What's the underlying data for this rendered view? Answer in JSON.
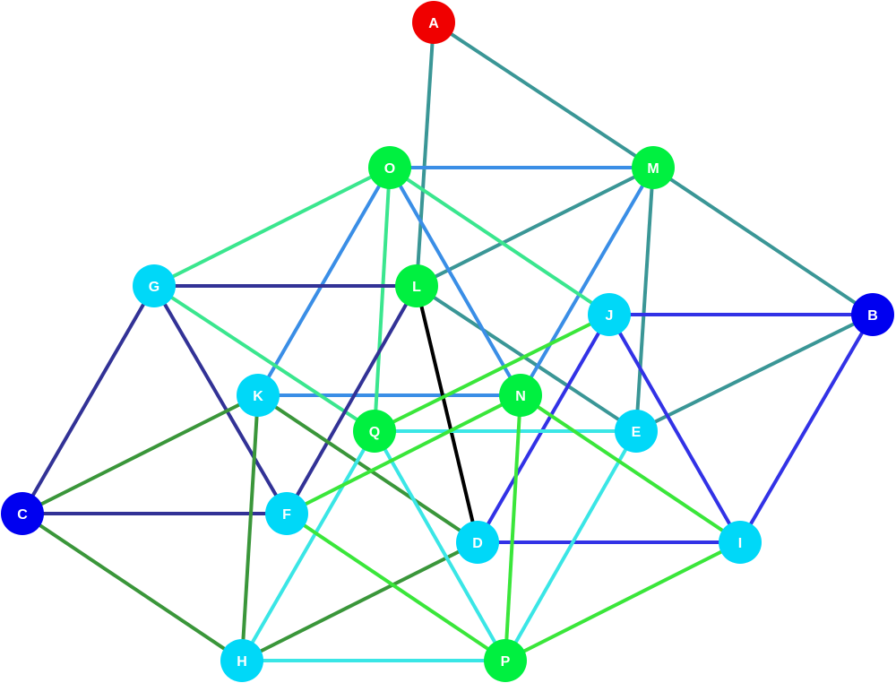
{
  "colors": {
    "teal": "#3a9696",
    "steel_blue": "#3a8ee6",
    "mint": "#3ae68e",
    "navy": "#323296",
    "black": "#000000",
    "royal_blue": "#3232e6",
    "forest_green": "#3a963a",
    "cyan": "#3ae6e6",
    "lime": "#3ae63a",
    "node_red": "#f00000",
    "node_green": "#00f040",
    "node_cyan": "#00d8f8",
    "node_blue": "#0000f0"
  },
  "nodes": [
    {
      "id": "A",
      "label": "A",
      "color": "node_red"
    },
    {
      "id": "B",
      "label": "B",
      "color": "node_blue"
    },
    {
      "id": "C",
      "label": "C",
      "color": "node_blue"
    },
    {
      "id": "D",
      "label": "D",
      "color": "node_cyan"
    },
    {
      "id": "E",
      "label": "E",
      "color": "node_cyan"
    },
    {
      "id": "F",
      "label": "F",
      "color": "node_cyan"
    },
    {
      "id": "G",
      "label": "G",
      "color": "node_cyan"
    },
    {
      "id": "H",
      "label": "H",
      "color": "node_cyan"
    },
    {
      "id": "I",
      "label": "I",
      "color": "node_cyan"
    },
    {
      "id": "J",
      "label": "J",
      "color": "node_cyan"
    },
    {
      "id": "K",
      "label": "K",
      "color": "node_cyan"
    },
    {
      "id": "L",
      "label": "L",
      "color": "node_green"
    },
    {
      "id": "M",
      "label": "M",
      "color": "node_green"
    },
    {
      "id": "N",
      "label": "N",
      "color": "node_green"
    },
    {
      "id": "O",
      "label": "O",
      "color": "node_green"
    },
    {
      "id": "P",
      "label": "P",
      "color": "node_green"
    },
    {
      "id": "Q",
      "label": "Q",
      "color": "node_green"
    }
  ],
  "edges": [
    {
      "from": "A",
      "to": "L",
      "color": "teal"
    },
    {
      "from": "A",
      "to": "M",
      "color": "teal"
    },
    {
      "from": "M",
      "to": "L",
      "color": "teal"
    },
    {
      "from": "M",
      "to": "E",
      "color": "teal"
    },
    {
      "from": "M",
      "to": "B",
      "color": "teal"
    },
    {
      "from": "L",
      "to": "E",
      "color": "teal"
    },
    {
      "from": "B",
      "to": "E",
      "color": "teal"
    },
    {
      "from": "O",
      "to": "M",
      "color": "steel_blue"
    },
    {
      "from": "O",
      "to": "K",
      "color": "steel_blue"
    },
    {
      "from": "O",
      "to": "N",
      "color": "steel_blue"
    },
    {
      "from": "M",
      "to": "N",
      "color": "steel_blue"
    },
    {
      "from": "K",
      "to": "N",
      "color": "steel_blue"
    },
    {
      "from": "O",
      "to": "G",
      "color": "mint"
    },
    {
      "from": "O",
      "to": "Q",
      "color": "mint"
    },
    {
      "from": "O",
      "to": "J",
      "color": "mint"
    },
    {
      "from": "G",
      "to": "Q",
      "color": "mint"
    },
    {
      "from": "G",
      "to": "L",
      "color": "navy"
    },
    {
      "from": "G",
      "to": "C",
      "color": "navy"
    },
    {
      "from": "G",
      "to": "F",
      "color": "navy"
    },
    {
      "from": "L",
      "to": "F",
      "color": "navy"
    },
    {
      "from": "C",
      "to": "F",
      "color": "navy"
    },
    {
      "from": "L",
      "to": "D",
      "color": "black"
    },
    {
      "from": "J",
      "to": "B",
      "color": "royal_blue"
    },
    {
      "from": "J",
      "to": "D",
      "color": "royal_blue"
    },
    {
      "from": "J",
      "to": "I",
      "color": "royal_blue"
    },
    {
      "from": "B",
      "to": "I",
      "color": "royal_blue"
    },
    {
      "from": "D",
      "to": "I",
      "color": "royal_blue"
    },
    {
      "from": "K",
      "to": "C",
      "color": "forest_green"
    },
    {
      "from": "K",
      "to": "D",
      "color": "forest_green"
    },
    {
      "from": "K",
      "to": "H",
      "color": "forest_green"
    },
    {
      "from": "C",
      "to": "H",
      "color": "forest_green"
    },
    {
      "from": "H",
      "to": "D",
      "color": "forest_green"
    },
    {
      "from": "Q",
      "to": "E",
      "color": "cyan"
    },
    {
      "from": "Q",
      "to": "H",
      "color": "cyan"
    },
    {
      "from": "Q",
      "to": "P",
      "color": "cyan"
    },
    {
      "from": "H",
      "to": "P",
      "color": "cyan"
    },
    {
      "from": "E",
      "to": "P",
      "color": "cyan"
    },
    {
      "from": "J",
      "to": "Q",
      "color": "lime"
    },
    {
      "from": "N",
      "to": "F",
      "color": "lime"
    },
    {
      "from": "N",
      "to": "I",
      "color": "lime"
    },
    {
      "from": "N",
      "to": "P",
      "color": "lime"
    },
    {
      "from": "F",
      "to": "P",
      "color": "lime"
    },
    {
      "from": "I",
      "to": "P",
      "color": "lime"
    }
  ]
}
